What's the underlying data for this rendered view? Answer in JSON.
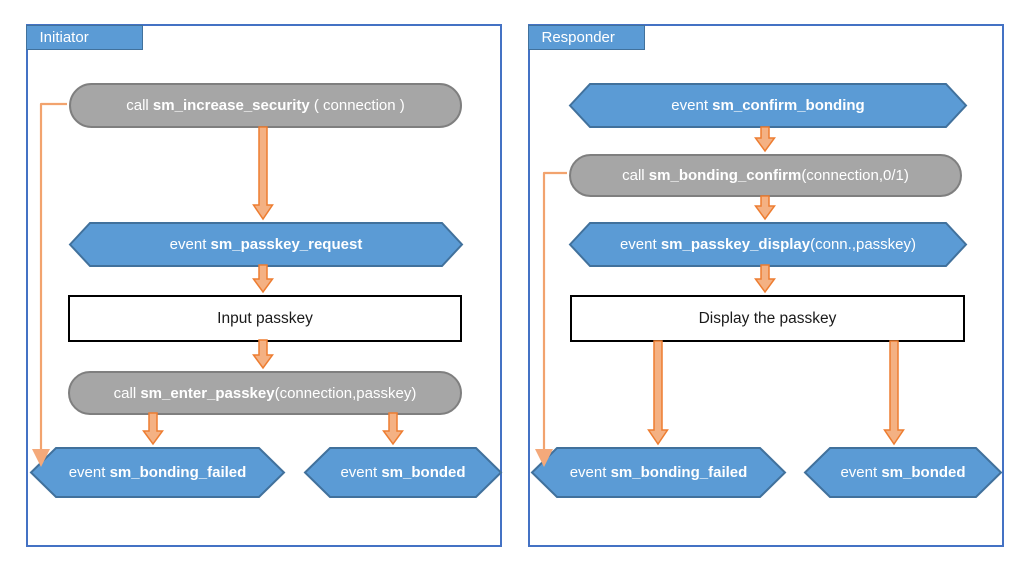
{
  "diagram": {
    "colors": {
      "panel_border": "#4472C4",
      "tab_fill": "#5B9BD5",
      "tab_border": "#41719C",
      "node_blue_fill": "#5B9BD5",
      "node_blue_border": "#41719C",
      "node_gray_fill": "#A6A6A6",
      "node_gray_border": "#7F7F7F",
      "process_fill": "#FFFFFF",
      "process_border": "#000000",
      "arrow_fill": "#F4B183",
      "arrow_stroke": "#ED7D31",
      "loop_line": "#F2A36E",
      "loop_head": "#F4A97A",
      "text_light": "#FFFFFF",
      "text_dark": "#1A1A1A",
      "background": "#FFFFFF"
    },
    "panels": [
      {
        "title": "Initiator",
        "nodes": {
          "increase_security": {
            "prefix": "call ",
            "name": "sm_increase_security",
            "suffix": " ( connection )"
          },
          "passkey_request": {
            "prefix": "event ",
            "name": "sm_passkey_request",
            "suffix": ""
          },
          "input_passkey": {
            "text": "Input passkey"
          },
          "enter_passkey": {
            "prefix": "call ",
            "name": "sm_enter_passkey",
            "suffix": "(connection,passkey)"
          },
          "bonding_failed": {
            "prefix": "event ",
            "name": "sm_bonding_failed",
            "suffix": ""
          },
          "bonded": {
            "prefix": "event ",
            "name": "sm_bonded",
            "suffix": ""
          }
        }
      },
      {
        "title": "Responder",
        "nodes": {
          "confirm_bonding": {
            "prefix": "event ",
            "name": "sm_confirm_bonding",
            "suffix": ""
          },
          "bonding_confirm": {
            "prefix": "call ",
            "name": "sm_bonding_confirm",
            "suffix": "(connection,0/1)"
          },
          "passkey_display": {
            "prefix": "event ",
            "name": "sm_passkey_display",
            "suffix": "(conn.,passkey)"
          },
          "display_passkey": {
            "text": "Display the passkey"
          },
          "bonding_failed": {
            "prefix": "event ",
            "name": "sm_bonding_failed",
            "suffix": ""
          },
          "bonded": {
            "prefix": "event ",
            "name": "sm_bonded",
            "suffix": ""
          }
        }
      }
    ]
  }
}
